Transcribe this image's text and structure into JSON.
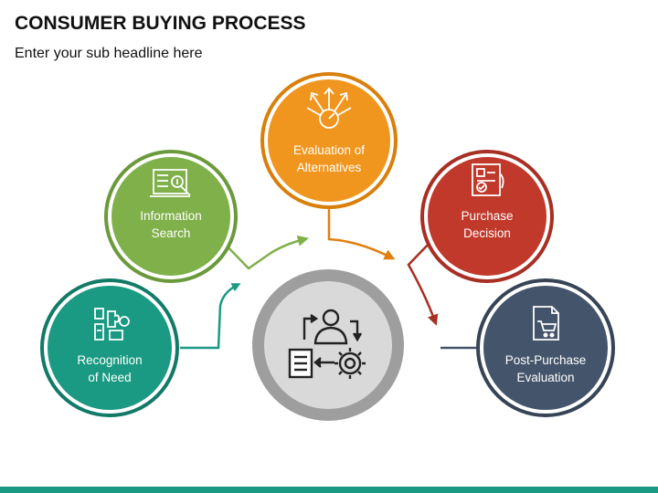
{
  "title": "CONSUMER BUYING PROCESS",
  "subtitle": "Enter your sub headline here",
  "steps": [
    {
      "line1": "Recognition",
      "line2": "of Need",
      "color": "#1a9a82",
      "ring": "#1a9a82",
      "icon": "needs-puzzle-icon"
    },
    {
      "line1": "Information",
      "line2": "Search",
      "color": "#7fb04a",
      "ring": "#6a9a3c",
      "icon": "information-search-icon"
    },
    {
      "line1": "Evaluation of",
      "line2": "Alternatives",
      "color": "#f0961e",
      "ring": "#d97f0c",
      "icon": "evaluation-compass-icon"
    },
    {
      "line1": "Purchase",
      "line2": "Decision",
      "color": "#c0392b",
      "ring": "#a82f23",
      "icon": "purchase-decision-icon"
    },
    {
      "line1": "Post-Purchase",
      "line2": "Evaluation",
      "color": "#44546a",
      "ring": "#364456",
      "icon": "shopping-cart-document-icon"
    }
  ],
  "center": {
    "icon": "consumer-process-gear-icon"
  },
  "colors": {
    "accent": "#1a9a82",
    "center_fill": "#d9d9d9",
    "center_ring": "#9e9e9e"
  }
}
